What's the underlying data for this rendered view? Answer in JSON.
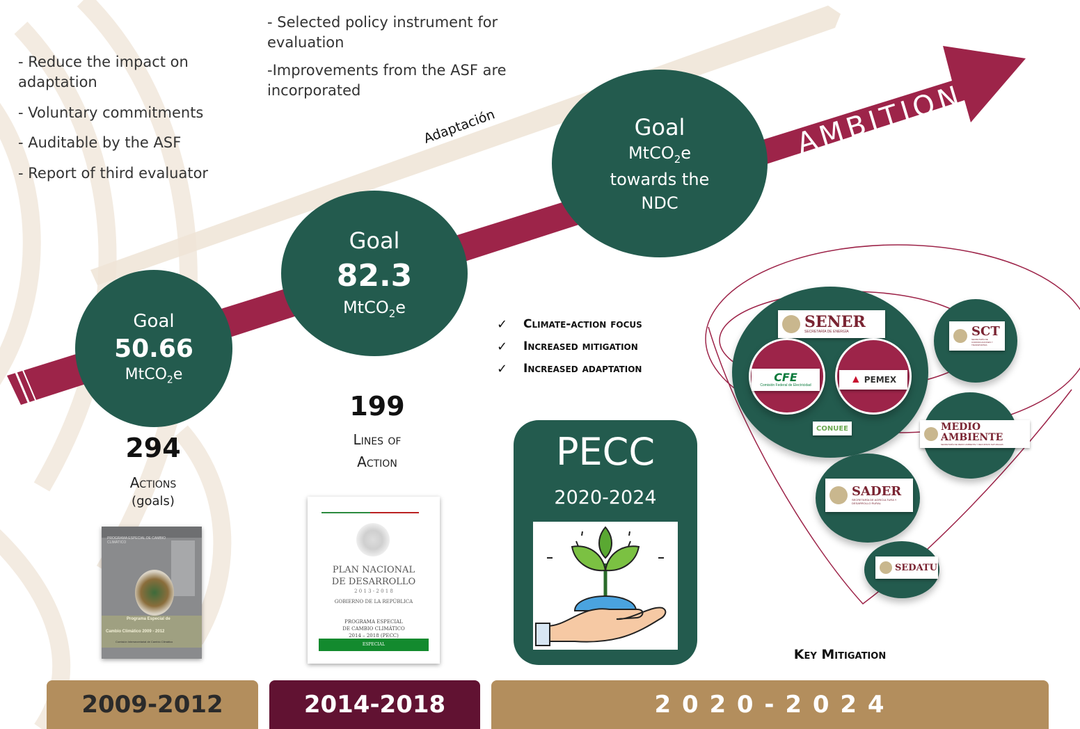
{
  "notes_left": [
    "- Reduce the impact on adaptation",
    "- Voluntary commitments",
    "- Auditable by the ASF",
    "- Report of third evaluator"
  ],
  "notes_top": [
    "- Selected policy instrument for evaluation",
    "-Improvements from the ASF are incorporated"
  ],
  "adaptation_label": "Adaptación",
  "ambition_label": "AMBITION",
  "goals": [
    {
      "title": "Goal",
      "value": "50.66",
      "unit": "MtCO",
      "sub": "2",
      "unit_tail": "e"
    },
    {
      "title": "Goal",
      "value": "82.3",
      "unit": "MtCO",
      "sub": "2",
      "unit_tail": "e"
    },
    {
      "title": "Goal",
      "unit": "MtCO",
      "sub": "2",
      "unit_tail": "e",
      "line2": "towards the",
      "line3": "NDC"
    }
  ],
  "period1": {
    "count": "294",
    "label": "Actions",
    "note": "(goals)",
    "band": "2009-2012"
  },
  "period2": {
    "count": "199",
    "label_line1": "Lines of",
    "label_line2": "Action",
    "band": "2014-2018"
  },
  "period3": {
    "band": "2 0 2 0 - 2 0 2 4",
    "focus": [
      "Climate-action focus",
      "Increased mitigation",
      "Increased adaptation"
    ],
    "pecc_title": "PECC",
    "pecc_years": "2020-2024",
    "key_label": "Key Mitigation"
  },
  "doc1": {
    "header": "PROGRAMA ESPECIAL DE CAMBIO CLIMÁTICO",
    "line1": "Programa Especial de",
    "line2": "Cambio Climático 2009 - 2012",
    "line3": "Comisión Intersecretarial de Cambio Climático"
  },
  "doc2": {
    "plan1": "PLAN NACIONAL",
    "plan2": "DE DESARROLLO",
    "years": "2 0 1 3 - 2 0 1 8",
    "gov": "GOBIERNO DE LA REPÚBLICA",
    "prog1": "PROGRAMA ESPECIAL",
    "prog2": "DE CAMBIO CLIMÁTICO",
    "prog3": "2014 – 2018 (PECC)",
    "footer": "ESPECIAL"
  },
  "agencies": {
    "sener": "SENER",
    "sener_sub": "SECRETARÍA DE ENERGÍA",
    "sct": "SCT",
    "sct_sub": "SECRETARÍA DE COMUNICACIONES Y TRANSPORTES",
    "cfe": "CFE",
    "cfe_sub": "Comisión Federal de Electricidad",
    "pemex": "PEMEX",
    "conuee": "CONUEE",
    "medio": "MEDIO AMBIENTE",
    "medio_sub": "SECRETARÍA DE MEDIO AMBIENTE Y RECURSOS NATURALES",
    "sader": "SADER",
    "sader_sub": "SECRETARÍA DE AGRICULTURA Y DESARROLLO RURAL",
    "sedatu": "SEDATU"
  },
  "colors": {
    "green": "#235b4e",
    "maroon": "#9d2449",
    "dark_maroon": "#611232",
    "gold": "#b38e5d"
  }
}
